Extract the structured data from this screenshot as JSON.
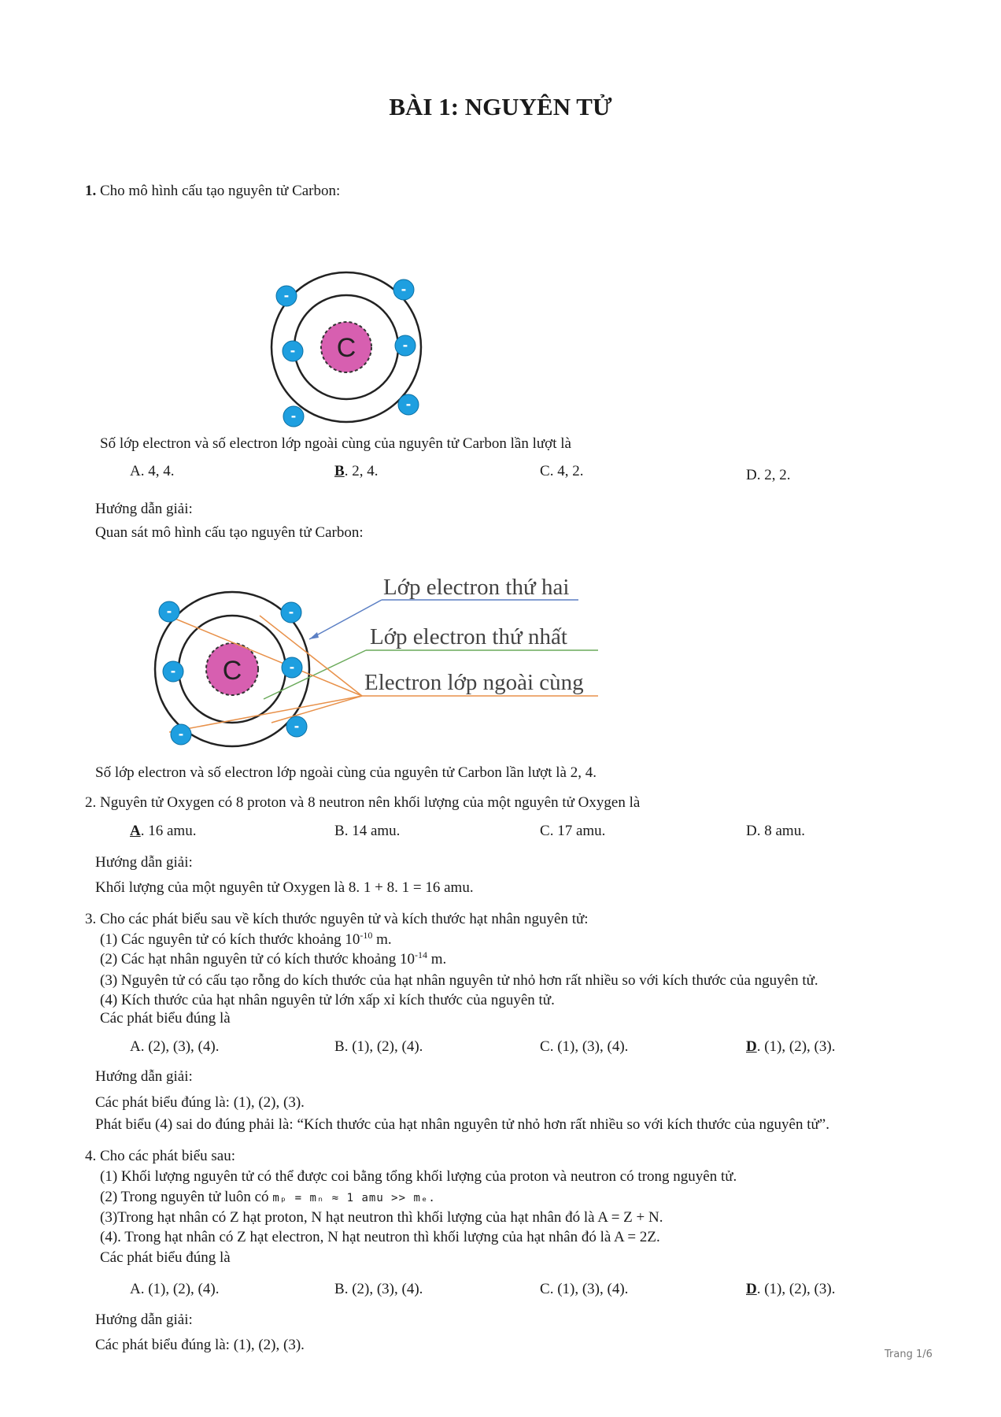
{
  "title": "BÀI 1: NGUYÊN TỬ",
  "q1": {
    "number": "1.",
    "prompt": "Cho mô hình cấu tạo nguyên tử Carbon:",
    "atom_label": "C",
    "electron_sign": "-",
    "question": "Số lớp electron và số electron lớp ngoài cùng của nguyên tử Carbon lần lượt là",
    "options": [
      {
        "letter": "A",
        "text": ". 4, 4."
      },
      {
        "letter": "B",
        "text": ". 2, 4."
      },
      {
        "letter": "C",
        "text": ". 4, 2."
      },
      {
        "letter": "D",
        "text": ". 2, 2."
      }
    ],
    "correct": "B",
    "guide_heading": "Hướng dẫn giải:",
    "guide_line1": "Quan sát mô hình cấu tạo nguyên tử Carbon:",
    "diagram_labels": {
      "second_shell": "Lớp electron thứ hai",
      "first_shell": "Lớp electron thứ nhất",
      "outer_electrons": "Electron lớp ngoài cùng"
    },
    "diagram_colors": {
      "second_shell_line": "#5b7fc4",
      "first_shell_line": "#6aaa5a",
      "outer_arrows": "#e8914a",
      "electron": "#1e9fe0",
      "nucleus": "#d75fb0"
    },
    "conclusion": "Số lớp electron và số electron lớp ngoài cùng của nguyên tử Carbon lần lượt là 2, 4."
  },
  "q2": {
    "prompt": "2. Nguyên tử Oxygen có 8 proton và 8 neutron nên khối lượng của một nguyên tử Oxygen là",
    "options": [
      {
        "letter": "A",
        "text": ". 16 amu."
      },
      {
        "letter": "B",
        "text": ". 14 amu."
      },
      {
        "letter": "C",
        "text": ". 17 amu."
      },
      {
        "letter": "D",
        "text": ". 8 amu."
      }
    ],
    "correct": "A",
    "guide_heading": "Hướng dẫn giải:",
    "solution": "Khối lượng của một nguyên tử Oxygen là 8. 1 + 8. 1 = 16 amu."
  },
  "q3": {
    "prompt": "3. Cho các phát biểu sau về kích thước nguyên tử và kích thước hạt nhân nguyên tử:",
    "s1_pre": "(1)  Các nguyên tử có kích thước khoảng 10",
    "s1_exp": "-10",
    "s1_post": " m.",
    "s2_pre": "(2)  Các hạt nhân nguyên tử có kích thước khoảng 10",
    "s2_exp": "-14",
    "s2_post": " m.",
    "s3": "(3)  Nguyên tử có cấu tạo rỗng do kích thước của hạt nhân nguyên tử nhỏ hơn rất nhiều so với kích thước của nguyên tử.",
    "s4": "(4) Kích thước của hạt nhân nguyên tử lớn xấp xỉ kích thước của nguyên tử.",
    "ask": "Các phát biểu đúng là",
    "options": [
      {
        "letter": "A",
        "text": ". (2), (3), (4)."
      },
      {
        "letter": "B",
        "text": ". (1), (2), (4)."
      },
      {
        "letter": "C",
        "text": ". (1), (3), (4)."
      },
      {
        "letter": "D",
        "text": ". (1), (2), (3)."
      }
    ],
    "correct": "D",
    "guide_heading": "Hướng dẫn giải:",
    "sol1": "Các phát biểu đúng là: (1), (2), (3).",
    "sol2": "Phát biểu (4) sai do đúng phải là: “Kích thước của hạt nhân nguyên tử nhỏ hơn rất nhiều so với kích thước của nguyên tử”."
  },
  "q4": {
    "prompt": "4. Cho các phát biểu sau:",
    "s1": "(1)  Khối lượng nguyên tử có thể được coi bằng tổng khối lượng của proton và neutron có trong nguyên tử.",
    "s2_pre": "(2)  Trong nguyên tử luôn có ",
    "s2_formula": "mₚ = mₙ ≈ 1 amu >> mₑ.",
    "s3": "(3)Trong hạt nhân có Z hạt proton, N hạt neutron thì khối lượng của hạt nhân đó là A = Z + N.",
    "s4": "(4). Trong hạt nhân có Z hạt electron, N hạt neutron thì khối lượng của hạt nhân đó là A = 2Z.",
    "ask": "Các phát biểu đúng là",
    "options": [
      {
        "letter": "A",
        "text": ". (1), (2), (4)."
      },
      {
        "letter": "B",
        "text": ". (2), (3), (4)."
      },
      {
        "letter": "C",
        "text": ". (1), (3), (4)."
      },
      {
        "letter": "D",
        "text": ". (1), (2), (3)."
      }
    ],
    "correct": "D",
    "guide_heading": "Hướng dẫn giải:",
    "sol1": "Các phát biểu đúng là: (1), (2), (3)."
  },
  "footer": "Trang 1/6"
}
